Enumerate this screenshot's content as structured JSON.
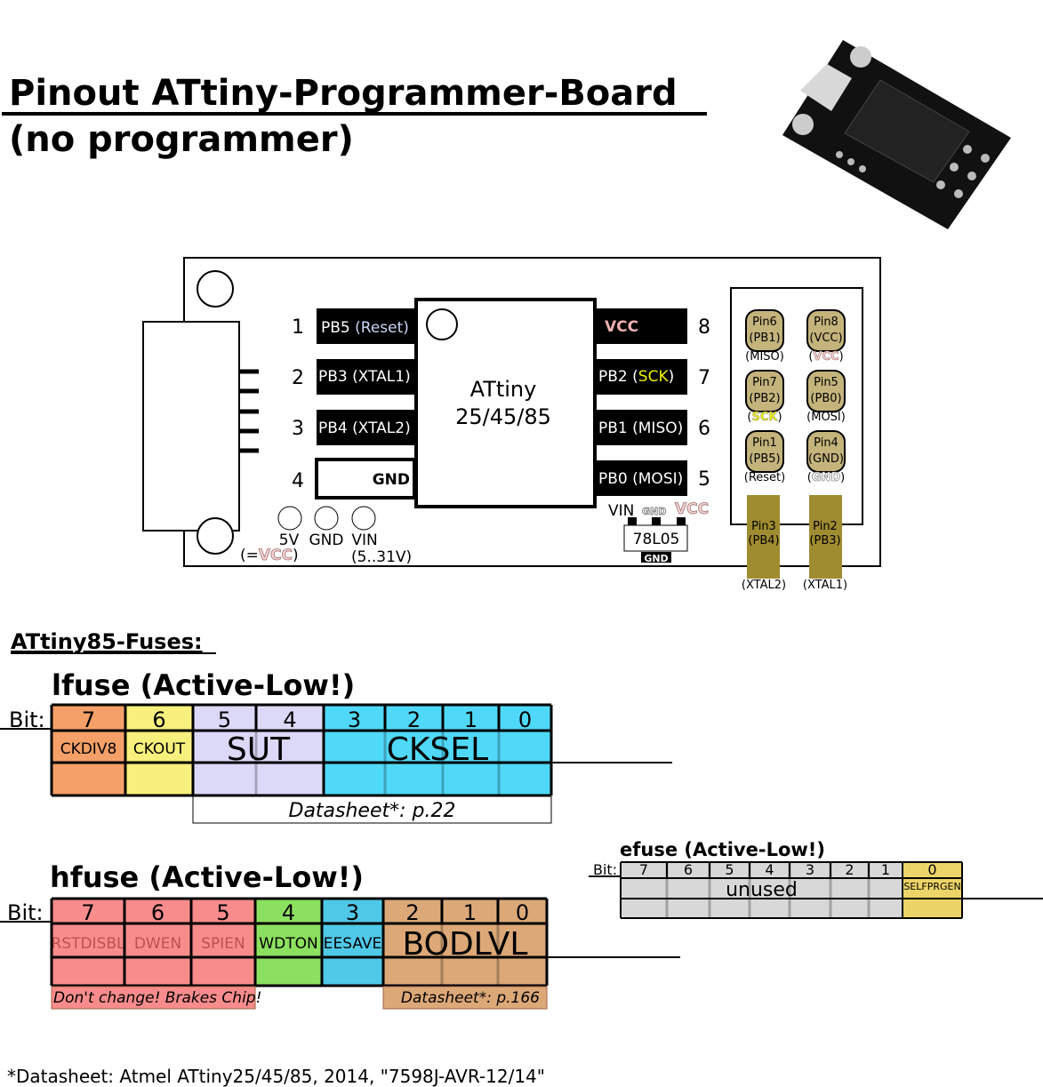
{
  "title": {
    "line1": "Pinout ATtiny-Programmer-Board",
    "line2": "(no programmer)"
  },
  "chip": {
    "name": "ATtiny",
    "variants": "25/45/85"
  },
  "left_pins": [
    {
      "num": "1",
      "name": "PB5",
      "func": "(Reset)"
    },
    {
      "num": "2",
      "name": "PB3 (XTAL1)"
    },
    {
      "num": "3",
      "name": "PB4 (XTAL2)"
    },
    {
      "num": "4",
      "name": "GND"
    }
  ],
  "right_pins": [
    {
      "num": "8",
      "name": "VCC"
    },
    {
      "num": "7",
      "name": "PB2",
      "func": "SCK"
    },
    {
      "num": "6",
      "name": "PB1 (MISO)"
    },
    {
      "num": "5",
      "name": "PB0 (MOSI)"
    }
  ],
  "power_holes": {
    "labels": [
      "5V",
      "GND",
      "VIN"
    ],
    "note_5v_open": "(=",
    "note_5v_vcc": "VCC",
    "note_5v_close": ")",
    "note_vin": "(5..31V)"
  },
  "regulator": {
    "name": "78L05",
    "vin": "VIN",
    "gnd": "GND",
    "vcc": "VCC",
    "gnd_bottom": "GND"
  },
  "isp_header": [
    {
      "pin": "Pin6",
      "port": "(PB1)",
      "func": "(MISO)"
    },
    {
      "pin": "Pin8",
      "port": "(VCC)",
      "func": "VCC"
    },
    {
      "pin": "Pin7",
      "port": "(PB2)",
      "func": "SCK"
    },
    {
      "pin": "Pin5",
      "port": "(PB0)",
      "func": "(MOSI)"
    },
    {
      "pin": "Pin1",
      "port": "(PB5)",
      "func": "(Reset)"
    },
    {
      "pin": "Pin4",
      "port": "(GND)",
      "func": "GND"
    }
  ],
  "xtal_pads": [
    {
      "pin": "Pin3",
      "port": "(PB4)",
      "func": "(XTAL2)"
    },
    {
      "pin": "Pin2",
      "port": "(PB3)",
      "func": "(XTAL1)"
    }
  ],
  "colors": {
    "vcc": "#e8b4b4",
    "sck": "#f0f000",
    "reset": "#c8d8f8",
    "pad": "#c4b47c",
    "xtal_pad": "#a08c30"
  },
  "fuses_heading": "ATtiny85-Fuses:",
  "bit_label": "Bit:",
  "lfuse": {
    "title": "lfuse (Active-Low!)",
    "bits": [
      "7",
      "6",
      "5",
      "4",
      "3",
      "2",
      "1",
      "0"
    ],
    "fields": [
      {
        "name": "CKDIV8",
        "bits": [
          7
        ],
        "color": "#f4a068"
      },
      {
        "name": "CKOUT",
        "bits": [
          6
        ],
        "color": "#f8f07c"
      },
      {
        "name": "SUT",
        "bits": [
          5,
          4
        ],
        "color": "#dcd8f8"
      },
      {
        "name": "CKSEL",
        "bits": [
          3,
          2,
          1,
          0
        ],
        "color": "#50d8f8"
      }
    ],
    "notes": [
      {
        "text": "Datasheet*: p.22",
        "from_bit": 5,
        "to_bit": 0
      }
    ]
  },
  "hfuse": {
    "title": "hfuse (Active-Low!)",
    "bits": [
      "7",
      "6",
      "5",
      "4",
      "3",
      "2",
      "1",
      "0"
    ],
    "fields": [
      {
        "name": "RSTDISBL",
        "bits": [
          7
        ],
        "color": "#f88c8c",
        "text_color": "#c05050"
      },
      {
        "name": "DWEN",
        "bits": [
          6
        ],
        "color": "#f88c8c",
        "text_color": "#c05050"
      },
      {
        "name": "SPIEN",
        "bits": [
          5
        ],
        "color": "#f88c8c",
        "text_color": "#c05050"
      },
      {
        "name": "WDTON",
        "bits": [
          4
        ],
        "color": "#8ce060"
      },
      {
        "name": "EESAVE",
        "bits": [
          3
        ],
        "color": "#50c8e8"
      },
      {
        "name": "BODLVL",
        "bits": [
          2,
          1,
          0
        ],
        "color": "#dca878"
      }
    ],
    "notes": [
      {
        "text": "Don't change! Brakes Chip!",
        "from_bit": 7,
        "to_bit": 5,
        "color": "#f88c8c"
      },
      {
        "text": "Datasheet*: p.166",
        "from_bit": 2,
        "to_bit": 0,
        "color": "#dca878"
      }
    ]
  },
  "efuse": {
    "title": "efuse (Active-Low!)",
    "bits": [
      "7",
      "6",
      "5",
      "4",
      "3",
      "2",
      "1",
      "0"
    ],
    "fields": [
      {
        "name": "unused",
        "bits": [
          7,
          6,
          5,
          4,
          3,
          2,
          1
        ],
        "color": "#d8d8d8"
      },
      {
        "name": "SELFPRGEN",
        "bits": [
          0
        ],
        "color": "#ecd468"
      }
    ],
    "notes": []
  },
  "footer": "*Datasheet: Atmel ATtiny25/45/85, 2014, \"7598J-AVR-12/14\""
}
